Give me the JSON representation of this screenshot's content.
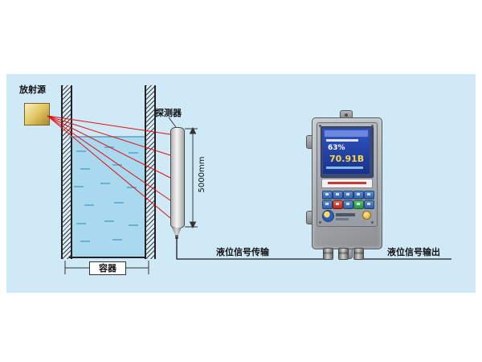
{
  "scene": {
    "labels": {
      "radiation_source": "放射源",
      "detector": "探测器",
      "detector_length": "5000mm",
      "vessel": "容器",
      "signal_transmission": "液位信号传输",
      "signal_output": "液位信号输出"
    },
    "instrument": {
      "screen": {
        "percent": "63%",
        "reading": "70.91B"
      }
    },
    "colors": {
      "panel_background": "#cfe9f6",
      "water": "#a9d9ef",
      "ray_red": "#e01010",
      "source_gold": "#d9b44a",
      "instrument_gray": "#a0a0a0",
      "screen_blue": "#2f55c4",
      "reading_yellow": "#ffd54a"
    }
  }
}
